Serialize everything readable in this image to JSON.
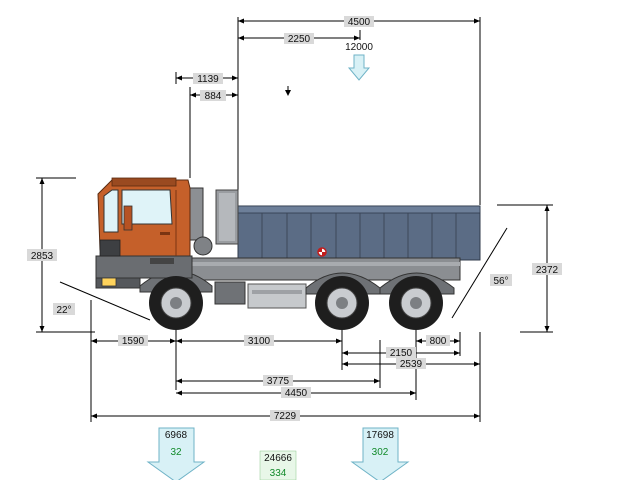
{
  "diagram": {
    "top_dims": {
      "body_length": "4500",
      "load_center": "2250",
      "payload": "12000",
      "cab_front_offset": "1139",
      "cab_rear_offset": "884"
    },
    "heights": {
      "overall_height": "2853",
      "body_height": "2372"
    },
    "angles": {
      "approach": "22°",
      "departure": "56°"
    },
    "bottom_dims": {
      "front_overhang": "1590",
      "wheelbase_first": "3100",
      "rear_axle_to_body": "800",
      "rear_overhang": "2150",
      "rear_to_end": "2539",
      "first_to_tandem_center": "3775",
      "first_to_last_axle": "4450",
      "overall_length": "7229"
    },
    "axle_loads": {
      "front": {
        "weight": "6968",
        "index": "32"
      },
      "total": {
        "weight": "24666",
        "index": "334"
      },
      "rear": {
        "weight": "17698",
        "index": "302"
      }
    },
    "colors": {
      "cab": "#c5602a",
      "body": "#5b6c85",
      "chassis": "#7d7f82",
      "arrow_fill": "#d8f1f6",
      "arrow_stroke": "#6fb3c7",
      "label_bg": "#d9d9d9"
    }
  }
}
